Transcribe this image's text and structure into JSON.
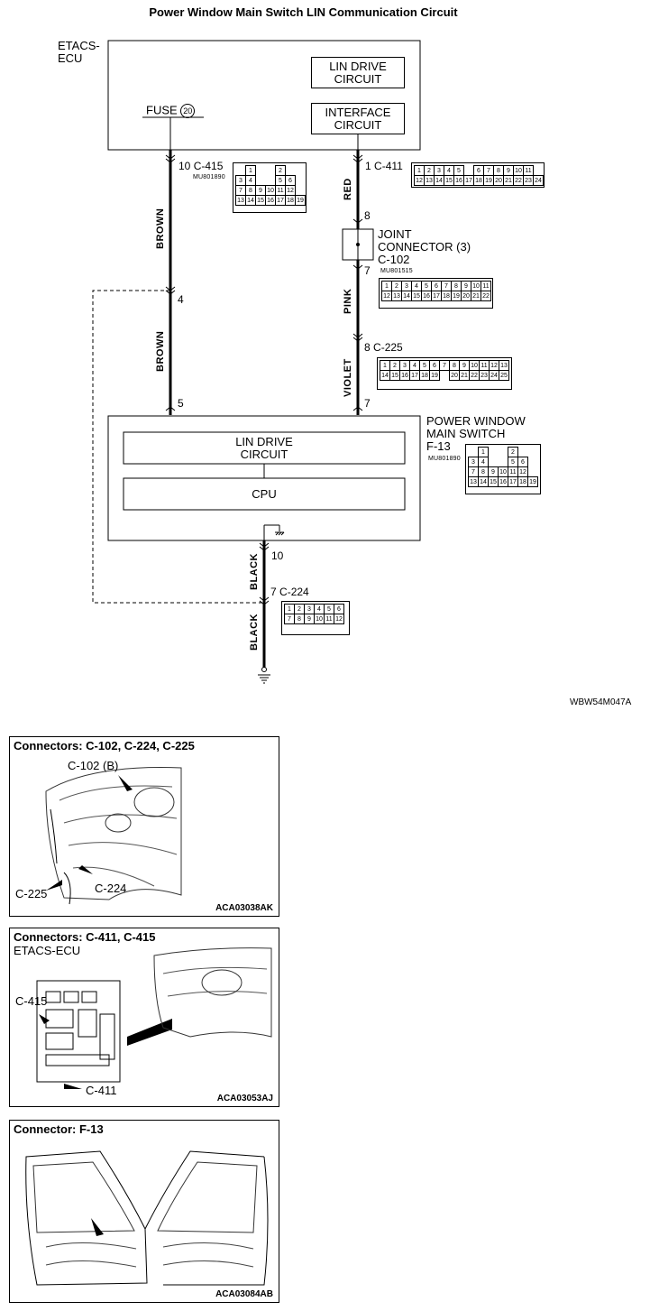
{
  "title": "Power Window Main Switch LIN Communication Circuit",
  "etacs": {
    "label": "ETACS-\nECU",
    "lin_drive": "LIN DRIVE\nCIRCUIT",
    "interface": "INTERFACE\nCIRCUIT",
    "fuse": "FUSE",
    "fuse_no": "20"
  },
  "left_wire": {
    "pin_top": "10",
    "connector": "C-415",
    "part_no": "MU801890",
    "color_upper": "BROWN",
    "junction_pin": "4",
    "color_lower": "BROWN",
    "pin_bottom": "5"
  },
  "right_wire": {
    "pin_top": "1",
    "connector": "C-411",
    "color_1": "RED",
    "joint_pin_top": "8",
    "joint_label": "JOINT\nCONNECTOR (3)",
    "joint_connector": "C-102",
    "joint_pin_bottom": "7",
    "joint_part_no": "MU801515",
    "color_2": "PINK",
    "c225_pin": "8",
    "c225": "C-225",
    "color_3": "VIOLET",
    "pin_bottom": "7"
  },
  "pw_switch": {
    "label": "POWER WINDOW\nMAIN SWITCH",
    "connector": "F-13",
    "part_no": "MU801890",
    "lin_drive": "LIN DRIVE\nCIRCUIT",
    "cpu": "CPU"
  },
  "ground_wire": {
    "pin_top": "10",
    "color_1": "BLACK",
    "pin_mid": "7",
    "connector": "C-224",
    "color_2": "BLACK"
  },
  "connectors": {
    "c415": [
      [
        "",
        "1",
        "",
        "",
        "2",
        ""
      ],
      [
        "3",
        "4",
        "",
        "",
        "5",
        "6"
      ],
      [
        "7",
        "8",
        "9",
        "10",
        "11",
        "12"
      ],
      [
        "13",
        "14",
        "15",
        "16",
        "17",
        "18",
        "19"
      ]
    ],
    "c411_r1": [
      "1",
      "2",
      "3",
      "4",
      "5",
      "",
      "6",
      "7",
      "8",
      "9",
      "10",
      "11"
    ],
    "c411_r2": [
      "12",
      "13",
      "14",
      "15",
      "16",
      "17",
      "18",
      "19",
      "20",
      "21",
      "22",
      "23",
      "24"
    ],
    "c102_r1": [
      "1",
      "2",
      "3",
      "4",
      "5",
      "6",
      "7",
      "8",
      "9",
      "10",
      "11"
    ],
    "c102_r2": [
      "12",
      "13",
      "14",
      "15",
      "16",
      "17",
      "18",
      "19",
      "20",
      "21",
      "22"
    ],
    "c225_r1": [
      "1",
      "2",
      "3",
      "4",
      "5",
      "6",
      "7",
      "8",
      "9",
      "10",
      "11",
      "12",
      "13"
    ],
    "c225_r2": [
      "14",
      "15",
      "16",
      "17",
      "18",
      "19",
      "",
      "20",
      "21",
      "22",
      "23",
      "24",
      "25"
    ],
    "c224_r1": [
      "1",
      "2",
      "3",
      "4",
      "5",
      "6"
    ],
    "c224_r2": [
      "7",
      "8",
      "9",
      "10",
      "11",
      "12"
    ]
  },
  "figure_code": "WBW54M047A",
  "panels": [
    {
      "title": "Connectors: C-102, C-224, C-225",
      "callouts": [
        "C-102 (B)",
        "C-225",
        "C-224"
      ],
      "code": "ACA03038AK"
    },
    {
      "title": "Connectors: C-411, C-415",
      "subtitle": "ETACS-ECU",
      "callouts": [
        "C-415",
        "C-411"
      ],
      "code": "ACA03053AJ"
    },
    {
      "title": "Connector: F-13",
      "callouts": [],
      "code": "ACA03084AB"
    }
  ]
}
